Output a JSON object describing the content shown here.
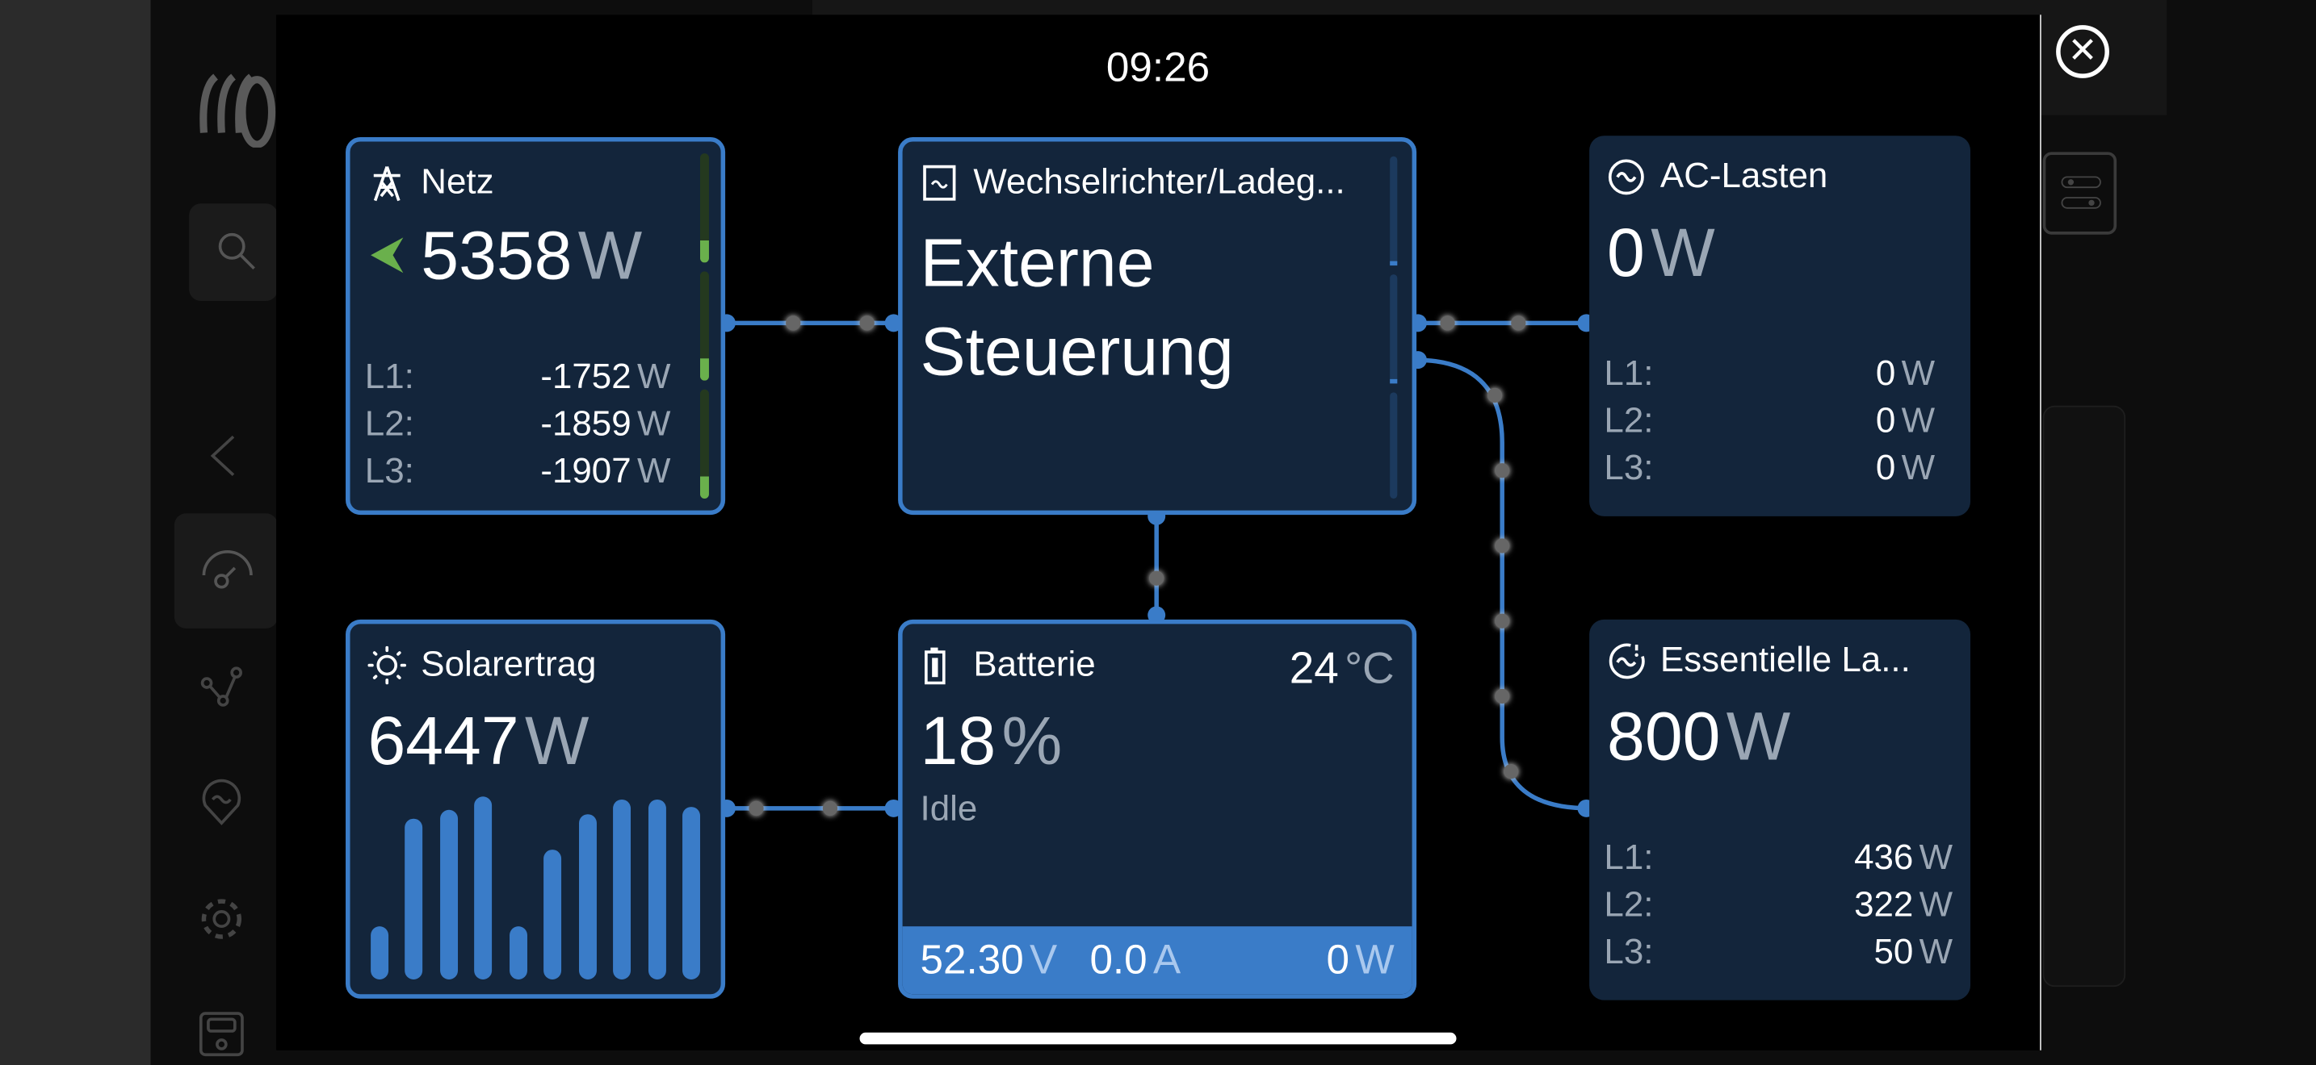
{
  "header": {
    "time": "09:26",
    "close_icon": "close-circle-icon"
  },
  "background_app": {
    "sidebar_icons": [
      "search-icon",
      "back-chevron-icon",
      "gauge-icon",
      "nodes-icon",
      "location-wave-icon",
      "gear-icon",
      "device-icon"
    ],
    "toggle_icon": "toggles-icon"
  },
  "grid": {
    "title": "Netz",
    "icon": "power-pylon-icon",
    "value": "5358",
    "unit": "W",
    "direction": "feeding-in",
    "phases": [
      {
        "label": "L1:",
        "value": "-1752",
        "unit": "W"
      },
      {
        "label": "L2:",
        "value": "-1859",
        "unit": "W"
      },
      {
        "label": "L3:",
        "value": "-1907",
        "unit": "W"
      }
    ],
    "phase_levels": [
      0.2,
      0.2,
      0.2
    ],
    "accent": "#6ab04c"
  },
  "inverter": {
    "title": "Wechselrichter/Ladeg...",
    "icon": "inverter-icon",
    "state_line1": "Externe",
    "state_line2": "Steuerung"
  },
  "ac_loads": {
    "title": "AC-Lasten",
    "icon": "ac-wave-icon",
    "value": "0",
    "unit": "W",
    "phases": [
      {
        "label": "L1:",
        "value": "0",
        "unit": "W"
      },
      {
        "label": "L2:",
        "value": "0",
        "unit": "W"
      },
      {
        "label": "L3:",
        "value": "0",
        "unit": "W"
      }
    ]
  },
  "solar": {
    "title": "Solarertrag",
    "icon": "sun-icon",
    "value": "6447",
    "unit": "W",
    "history": [
      0.29,
      0.88,
      0.93,
      1.0,
      0.29,
      0.71,
      0.9,
      0.98,
      0.98,
      0.94
    ]
  },
  "battery": {
    "title": "Batterie",
    "icon": "battery-icon",
    "temperature": "24",
    "temp_unit": "°C",
    "soc": "18",
    "soc_unit": "%",
    "status": "Idle",
    "voltage": "52.30",
    "voltage_unit": "V",
    "current": "0.0",
    "current_unit": "A",
    "power": "0",
    "power_unit": "W"
  },
  "essential_loads": {
    "title": "Essentielle La...",
    "icon": "essential-loads-icon",
    "value": "800",
    "unit": "W",
    "phases": [
      {
        "label": "L1:",
        "value": "436",
        "unit": "W"
      },
      {
        "label": "L2:",
        "value": "322",
        "unit": "W"
      },
      {
        "label": "L3:",
        "value": "50",
        "unit": "W"
      }
    ]
  },
  "colors": {
    "card": "#13253b",
    "border": "#3a7cc8",
    "green": "#6ab04c"
  }
}
